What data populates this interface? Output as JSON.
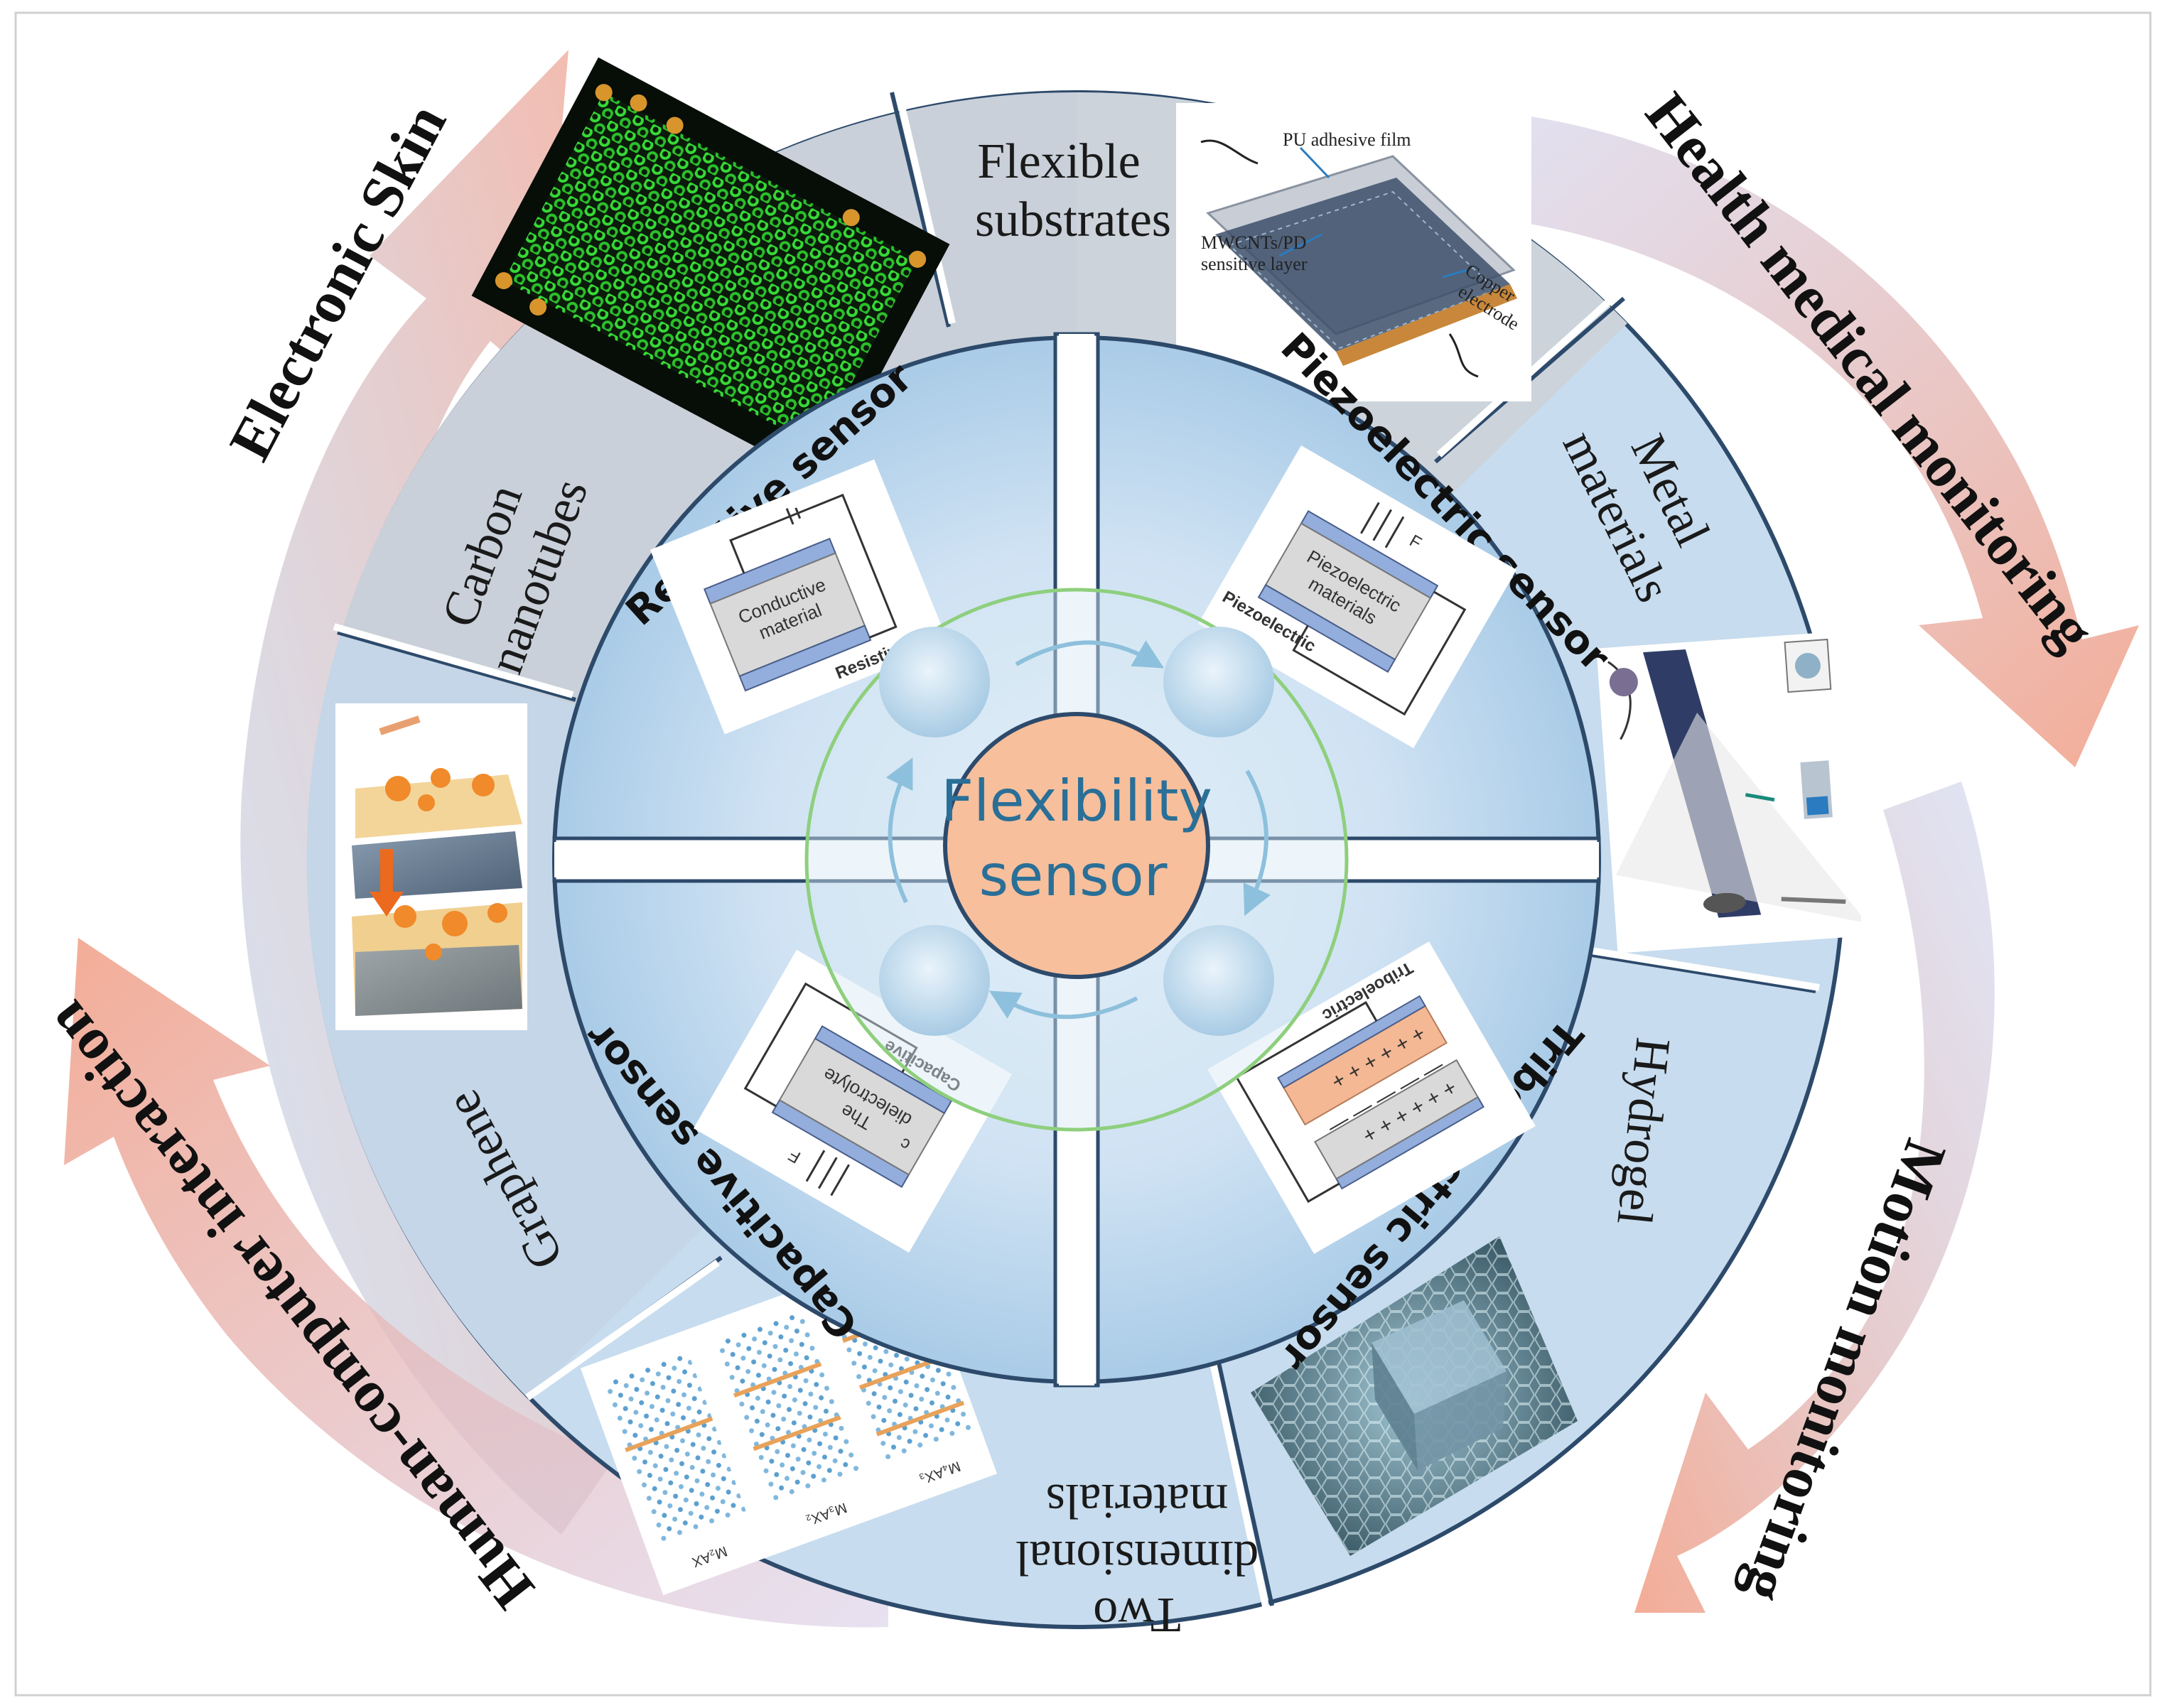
{
  "arrows": {
    "electronic_skin": "Electronic Skin",
    "health_medical": "Health  medical monitoring",
    "motion": "Motion monitoring",
    "hci": "Human-computer interaction"
  },
  "materials": {
    "flexible_substrates": [
      "Flexible",
      "substrates"
    ],
    "carbon_nanotubes": [
      "Carbon",
      "nanotubes"
    ],
    "graphene": "Graphene",
    "two_dimensional": [
      "Two",
      "dimensional",
      "materials"
    ],
    "hydrogel": "Hydrogel",
    "metal": [
      "Metal",
      "materials"
    ]
  },
  "substrate_figure": {
    "pu_film": "PU adhesive film",
    "mwcnt": [
      "MWCNTs/PD",
      "sensitive layer"
    ],
    "copper": [
      "Copper",
      "electrode"
    ]
  },
  "twod_figure": {
    "l1": "M₂AX",
    "l2": "M₃AX₂",
    "l3": "M₄AX₃"
  },
  "sensors": {
    "resistive": "Resistive sensor",
    "piezoelectric": "Piezoelectric sensor",
    "capacitive": "Capacitive sensor",
    "triboelectric": "Triboelectric sensor"
  },
  "resistive_fig": {
    "material": [
      "Conductive",
      "material"
    ],
    "caption": "Resistive"
  },
  "piezo_fig": {
    "material": [
      "Piezoelectric",
      "materials"
    ],
    "caption": "Piezoelectric",
    "force": "F"
  },
  "capacitive_fig": {
    "material": [
      "The",
      "dielectrolyte"
    ],
    "caption": "Capacitive",
    "force": "F",
    "c": "c"
  },
  "tribo_fig": {
    "caption": "Triboelectric"
  },
  "core": {
    "line1": "Flexibility",
    "line2": "sensor"
  }
}
